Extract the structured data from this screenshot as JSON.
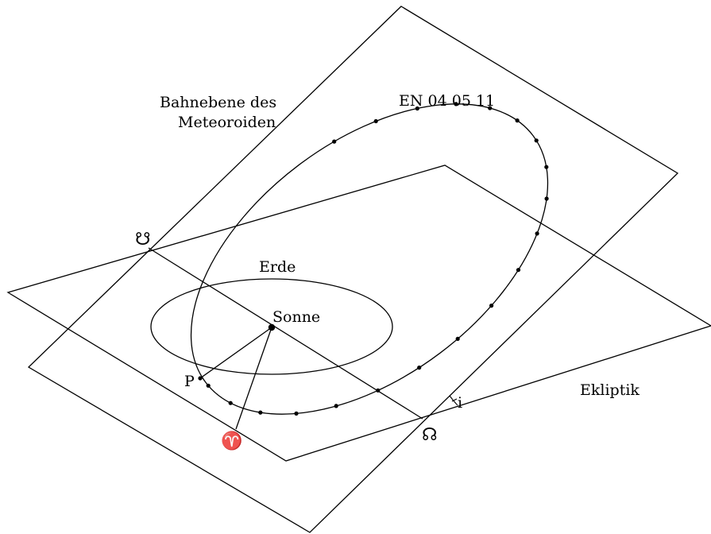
{
  "labels": {
    "orbit_plane_line1": "Bahnebene des",
    "orbit_plane_line2": "Meteoroiden",
    "event": "EN 04 05 11",
    "earth": "Erde",
    "sun": "Sonne",
    "perihelion": "P",
    "ecliptic": "Ekliptik",
    "inclination": "i",
    "vernal_equinox_symbol": "♈",
    "ascending_node_symbol": "☊",
    "descending_node_symbol": "☋"
  },
  "meteoroid_orbit": {
    "observation_point_count": 20,
    "point_color": "#000000"
  },
  "colors": {
    "line": "#000000",
    "background": "#ffffff"
  }
}
